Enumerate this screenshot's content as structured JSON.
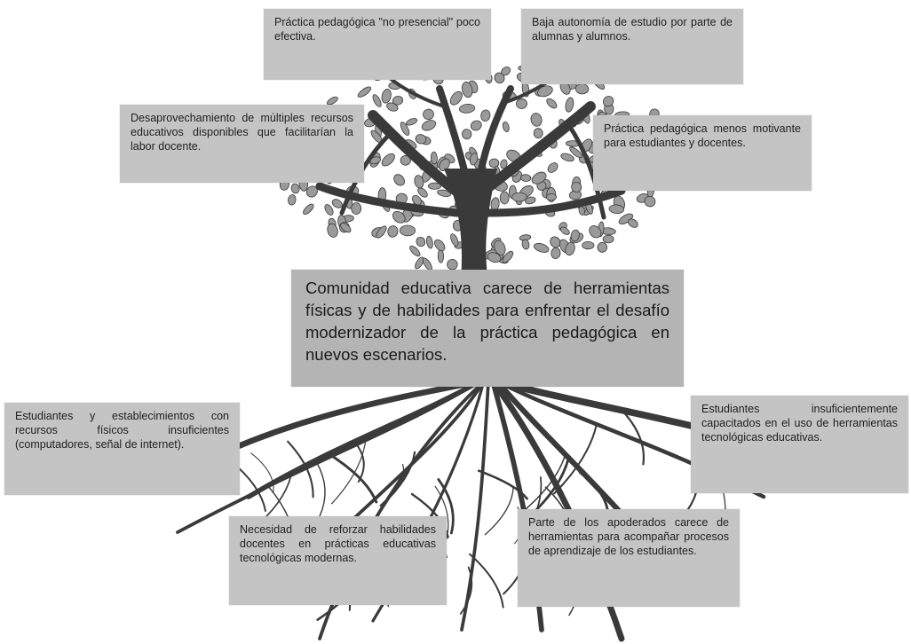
{
  "central_problem": "Comunidad educativa carece de herramientas físicas y de habilidades para enfrentar el desafío modernizador de la práctica pedagógica en nuevos escenarios.",
  "effects": [
    "Práctica pedagógica \"no presencial\" poco efectiva.",
    "Baja autonomía de estudio por parte de alumnas y alumnos.",
    "Desaprovechamiento de múltiples recursos educativos disponibles que facilitarían la labor docente.",
    "Práctica pedagógica menos motivante para estudiantes y docentes."
  ],
  "causes": [
    "Estudiantes y establecimientos con recursos físicos insuficientes (computadores, señal de internet).",
    "Estudiantes insuficientemente capacitados en el uso de herramientas tecnológicas educativas.",
    "Necesidad de reforzar habilidades docentes en prácticas educativas tecnológicas modernas.",
    "Parte de los apoderados carece de herramientas para acompañar procesos de aprendizaje de los estudiantes."
  ],
  "colors": {
    "box_fill": "#c4c4c4",
    "central_fill": "#b4b4b4",
    "tree_ink": "#3a3a3a",
    "leaf_fill": "#9a9a9a"
  }
}
